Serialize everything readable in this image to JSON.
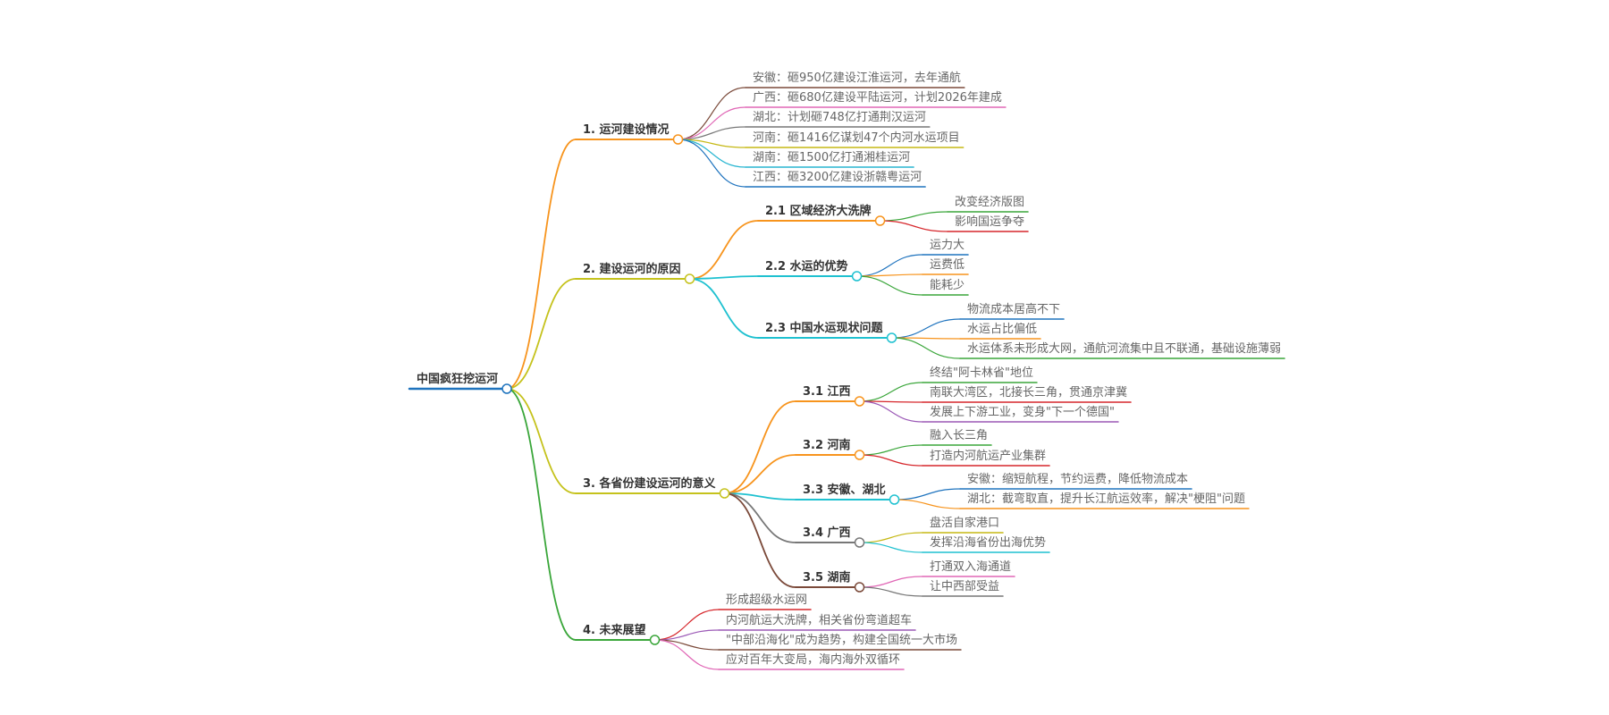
{
  "root": {
    "label": "中国疯狂挖运河",
    "color": "#1e73be",
    "children": [
      {
        "label": "1. 运河建设情况",
        "color": "#f7941d",
        "children": [
          {
            "label": "安徽：砸950亿建设江淮运河，去年通航",
            "color": "#7b4a3a"
          },
          {
            "label": "广西：砸680亿建设平陆运河，计划2026年建成",
            "color": "#e066b5"
          },
          {
            "label": "湖北：计划砸748亿打通荆汉运河",
            "color": "#777777"
          },
          {
            "label": "河南：砸1416亿谋划47个内河水运项目",
            "color": "#c5b814"
          },
          {
            "label": "湖南：砸1500亿打通湘桂运河",
            "color": "#29b6d1"
          },
          {
            "label": "江西：砸3200亿建设浙赣粤运河",
            "color": "#1e73be"
          }
        ]
      },
      {
        "label": "2. 建设运河的原因",
        "color": "#c5c21c",
        "children": [
          {
            "label": "2.1 区域经济大洗牌",
            "color": "#f7941d",
            "children": [
              {
                "label": "改变经济版图",
                "color": "#3aa63a"
              },
              {
                "label": "影响国运争夺",
                "color": "#d6262b"
              }
            ]
          },
          {
            "label": "2.2 水运的优势",
            "color": "#1fc1d0",
            "children": [
              {
                "label": "运力大",
                "color": "#1e73be"
              },
              {
                "label": "运费低",
                "color": "#f7941d"
              },
              {
                "label": "能耗少",
                "color": "#3aa63a"
              }
            ]
          },
          {
            "label": "2.3 中国水运现状问题",
            "color": "#1fc1d0",
            "children": [
              {
                "label": "物流成本居高不下",
                "color": "#1e73be"
              },
              {
                "label": "水运占比偏低",
                "color": "#f7941d"
              },
              {
                "label": "水运体系未形成大网，通航河流集中且不联通，基础设施薄弱",
                "color": "#3aa63a"
              }
            ]
          }
        ]
      },
      {
        "label": "3. 各省份建设运河的意义",
        "color": "#c5c21c",
        "children": [
          {
            "label": "3.1 江西",
            "color": "#f7941d",
            "children": [
              {
                "label": "终结\"阿卡林省\"地位",
                "color": "#3aa63a"
              },
              {
                "label": "南联大湾区，北接长三角，贯通京津冀",
                "color": "#d6262b"
              },
              {
                "label": "发展上下游工业，变身\"下一个德国\"",
                "color": "#9b59b6"
              }
            ]
          },
          {
            "label": "3.2 河南",
            "color": "#f7941d",
            "children": [
              {
                "label": "融入长三角",
                "color": "#3aa63a"
              },
              {
                "label": "打造内河航运产业集群",
                "color": "#d6262b"
              }
            ]
          },
          {
            "label": "3.3 安徽、湖北",
            "color": "#1fc1d0",
            "children": [
              {
                "label": "安徽：缩短航程，节约运费，降低物流成本",
                "color": "#1e73be"
              },
              {
                "label": "湖北：截弯取直，提升长江航运效率，解决\"梗阻\"问题",
                "color": "#f7941d"
              }
            ]
          },
          {
            "label": "3.4 广西",
            "color": "#777777",
            "children": [
              {
                "label": "盘活自家港口",
                "color": "#c5b814"
              },
              {
                "label": "发挥沿海省份出海优势",
                "color": "#1fc1d0"
              }
            ]
          },
          {
            "label": "3.5 湖南",
            "color": "#7b4a3a",
            "children": [
              {
                "label": "打通双入海通道",
                "color": "#e066b5"
              },
              {
                "label": "让中西部受益",
                "color": "#777777"
              }
            ]
          }
        ]
      },
      {
        "label": "4. 未来展望",
        "color": "#3aa63a",
        "children": [
          {
            "label": "形成超级水运网",
            "color": "#d6262b"
          },
          {
            "label": "内河航运大洗牌，相关省份弯道超车",
            "color": "#9b59b6"
          },
          {
            "label": "\"中部沿海化\"成为趋势，构建全国统一大市场",
            "color": "#7b4a3a"
          },
          {
            "label": "应对百年大变局，海内海外双循环",
            "color": "#e066b5"
          }
        ]
      }
    ]
  }
}
